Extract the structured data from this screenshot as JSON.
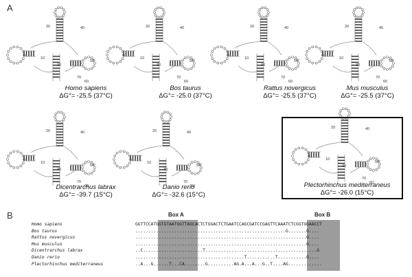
{
  "panels": {
    "a": "A",
    "b": "B"
  },
  "structures": [
    {
      "species": "Homo sapiens",
      "energy": "ΔG°= -25.5 (37°C)",
      "labels": [
        "20",
        "40",
        "10",
        "50",
        "30",
        "70",
        "60"
      ]
    },
    {
      "species": "Bos taurus",
      "energy": "ΔG°= -25.0 (37°C)",
      "labels": [
        "20",
        "40",
        "10",
        "50",
        "30",
        "70",
        "60"
      ]
    },
    {
      "species": "Rattus novergicus",
      "energy": "ΔG°= -25.5 (37°C)",
      "labels": [
        "20",
        "40",
        "10",
        "50",
        "30",
        "70",
        "60"
      ]
    },
    {
      "species": "Mus musculus",
      "energy": "ΔG°= -25.5 (37°C)",
      "labels": [
        "20",
        "40",
        "10",
        "50",
        "30",
        "70",
        "60"
      ]
    },
    {
      "species": "Dicentrarchus labrax",
      "energy": "ΔG°= -39.7 (15°C)",
      "labels": [
        "20",
        "40",
        "10",
        "50",
        "30",
        "70",
        "60"
      ]
    },
    {
      "species": "Danio rerio",
      "energy": "ΔG°= -32.6 (15°C)",
      "labels": [
        "20",
        "40",
        "10",
        "50",
        "30",
        "70",
        "60"
      ]
    },
    {
      "species": "Plectorhinchus mediterraneus",
      "energy": "ΔG°= -26.0 (15°C)",
      "labels": [
        "20",
        "40",
        "10",
        "50",
        "30",
        "70",
        "60"
      ]
    }
  ],
  "alignment": {
    "box_a_label": "Box A",
    "box_b_label": "Box B",
    "rows": [
      {
        "name": "Homo sapiens",
        "seq": "GGTTCCATGGTGTAATGGTTAGCACTCTGGACTCTGAATCCAGCGATCCGAGTTCAAATCTCGGTGGAACCT"
      },
      {
        "name": "Bos taurus",
        "seq": "..........................................................G.......G...."
      },
      {
        "name": "Rattus novergicus",
        "seq": "..................................................................G...."
      },
      {
        "name": "Mus musculus",
        "seq": "..................................................................G...."
      },
      {
        "name": "Dicentrarchus labrax",
        "seq": "..C.......................T...........................................G"
      },
      {
        "name": "Danio rerio",
        "seq": "..........................................T...........T...........G...."
      },
      {
        "name": "Plectorhinchus mediterraneus",
        "seq": "..A...G......T...CA........G..........AG.A...A...G..T....AG............."
      }
    ]
  }
}
